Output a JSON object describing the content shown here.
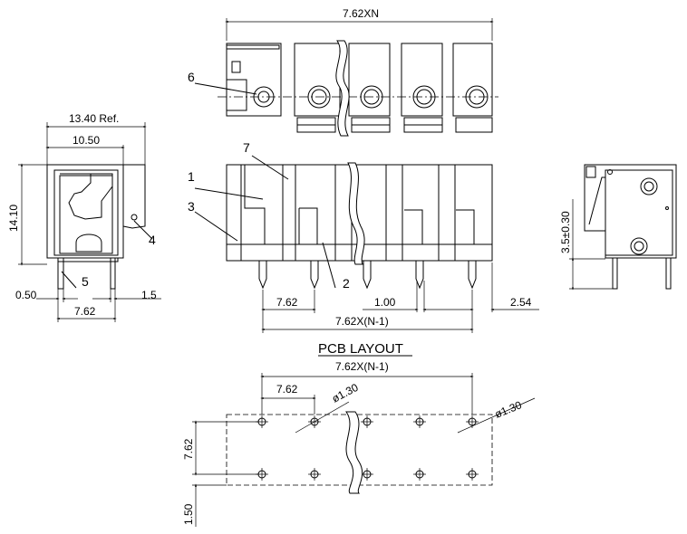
{
  "top_view": {
    "overall_width": "7.62XN"
  },
  "front_view": {
    "pitch": "7.62",
    "pin_width": "1.00",
    "overall": "7.62X(N-1)",
    "pin_offset": "2.54"
  },
  "side_view": {
    "ref_width": "13.40 Ref.",
    "body_width": "10.50",
    "height": "14.10",
    "pin_left": "0.50",
    "pin_right": "1.5",
    "pin_pitch": "7.62"
  },
  "right_view": {
    "pin_height": "3.5±0.30"
  },
  "pcb_layout": {
    "title": "PCB LAYOUT",
    "overall": "7.62X(N-1)",
    "pitch": "7.62",
    "hole_a": "ø1.30",
    "hole_b": "ø1.30",
    "row_pitch": "7.62",
    "edge": "1.50"
  },
  "callouts": [
    "1",
    "2",
    "3",
    "4",
    "5",
    "6",
    "7"
  ]
}
